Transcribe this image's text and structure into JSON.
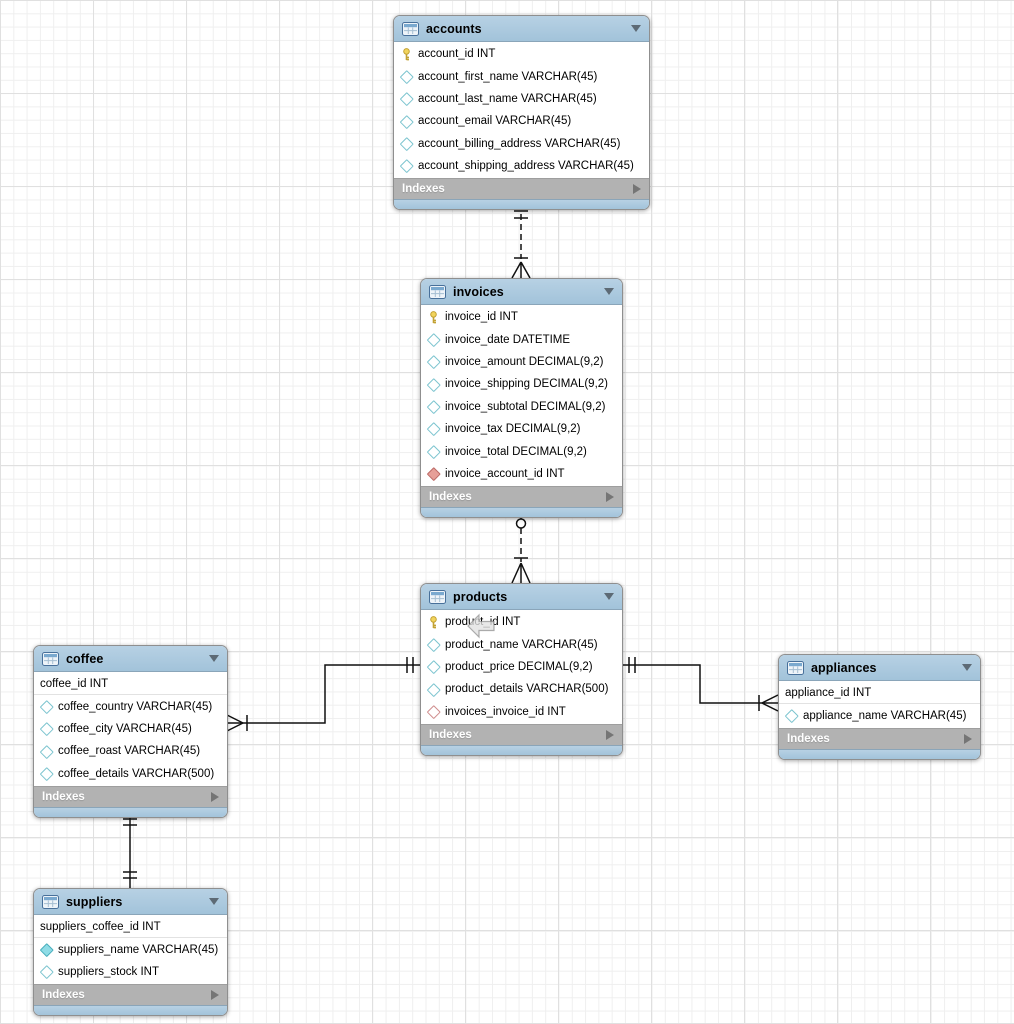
{
  "diagram": {
    "kind": "EER database diagram",
    "footer_label": "Indexes"
  },
  "colors": {
    "table_header_blue": "#a9c7dd",
    "indexes_bar_gray": "#b2b2b2",
    "grid_minor": "#efefef",
    "grid_major": "#e0e0e0",
    "pk_key_yellow": "#f2d45c",
    "diamond_blue": "#7cc4cf",
    "diamond_red": "#cf8d8d",
    "connector_black": "#111111"
  },
  "tables": [
    {
      "title": "accounts",
      "footer_label": "Indexes",
      "columns": [
        {
          "icon": "primary-key",
          "label": "account_id INT"
        },
        {
          "icon": "diamond-blue-outline",
          "label": "account_first_name VARCHAR(45)"
        },
        {
          "icon": "diamond-blue-outline",
          "label": "account_last_name VARCHAR(45)"
        },
        {
          "icon": "diamond-blue-outline",
          "label": "account_email VARCHAR(45)"
        },
        {
          "icon": "diamond-blue-outline",
          "label": "account_billing_address VARCHAR(45)"
        },
        {
          "icon": "diamond-blue-outline",
          "label": "account_shipping_address VARCHAR(45)"
        }
      ]
    },
    {
      "title": "invoices",
      "footer_label": "Indexes",
      "columns": [
        {
          "icon": "primary-key",
          "label": "invoice_id INT"
        },
        {
          "icon": "diamond-blue-outline",
          "label": "invoice_date DATETIME"
        },
        {
          "icon": "diamond-blue-outline",
          "label": "invoice_amount DECIMAL(9,2)"
        },
        {
          "icon": "diamond-blue-outline",
          "label": "invoice_shipping DECIMAL(9,2)"
        },
        {
          "icon": "diamond-blue-outline",
          "label": "invoice_subtotal DECIMAL(9,2)"
        },
        {
          "icon": "diamond-blue-outline",
          "label": "invoice_tax DECIMAL(9,2)"
        },
        {
          "icon": "diamond-blue-outline",
          "label": "invoice_total DECIMAL(9,2)"
        },
        {
          "icon": "diamond-red-filled",
          "label": "invoice_account_id INT"
        }
      ]
    },
    {
      "title": "products",
      "footer_label": "Indexes",
      "columns": [
        {
          "icon": "primary-key",
          "label": "product_id INT"
        },
        {
          "icon": "diamond-blue-outline",
          "label": "product_name VARCHAR(45)"
        },
        {
          "icon": "diamond-blue-outline",
          "label": "product_price DECIMAL(9,2)"
        },
        {
          "icon": "diamond-blue-outline",
          "label": "product_details VARCHAR(500)"
        },
        {
          "icon": "diamond-red-outline",
          "label": "invoices_invoice_id INT"
        }
      ]
    },
    {
      "title": "coffee",
      "footer_label": "Indexes",
      "columns": [
        {
          "icon": "none",
          "label": "coffee_id INT"
        },
        {
          "icon": "diamond-blue-outline",
          "label": "coffee_country VARCHAR(45)"
        },
        {
          "icon": "diamond-blue-outline",
          "label": "coffee_city VARCHAR(45)"
        },
        {
          "icon": "diamond-blue-outline",
          "label": "coffee_roast VARCHAR(45)"
        },
        {
          "icon": "diamond-blue-outline",
          "label": "coffee_details VARCHAR(500)"
        }
      ]
    },
    {
      "title": "appliances",
      "footer_label": "Indexes",
      "columns": [
        {
          "icon": "none",
          "label": "appliance_id INT"
        },
        {
          "icon": "diamond-blue-outline",
          "label": "appliance_name VARCHAR(45)"
        }
      ]
    },
    {
      "title": "suppliers",
      "footer_label": "Indexes",
      "columns": [
        {
          "icon": "none",
          "label": "suppliers_coffee_id INT"
        },
        {
          "icon": "diamond-blue-filled",
          "label": "suppliers_name VARCHAR(45)"
        },
        {
          "icon": "diamond-blue-outline",
          "label": "suppliers_stock INT"
        }
      ]
    }
  ],
  "relationships": [
    {
      "from": "accounts",
      "to": "invoices",
      "line": "dashed",
      "from_end": "one-mandatory",
      "to_end": "many-mandatory"
    },
    {
      "from": "invoices",
      "to": "products",
      "line": "dashed",
      "from_end": "zero-or-one",
      "to_end": "many-mandatory"
    },
    {
      "from": "products",
      "to": "coffee",
      "line": "solid",
      "from_end": "one-mandatory",
      "to_end": "many-mandatory"
    },
    {
      "from": "products",
      "to": "appliances",
      "line": "solid",
      "from_end": "one-mandatory",
      "to_end": "many-mandatory"
    },
    {
      "from": "coffee",
      "to": "suppliers",
      "line": "solid",
      "from_end": "one-mandatory",
      "to_end": "one-mandatory"
    }
  ]
}
